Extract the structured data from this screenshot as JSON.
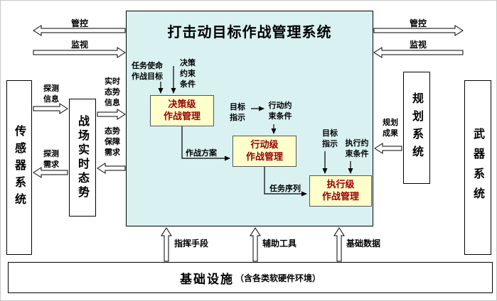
{
  "title": "打击动目标作战管理系统",
  "side_boxes": {
    "sensor": "传感器系统",
    "battlefield": "战场实时态势",
    "planning": "规划系统",
    "weapon": "武器系统"
  },
  "levels": {
    "decision": "决策级\n作战管理",
    "action": "行动级\n作战管理",
    "execution": "执行级\n作战管理"
  },
  "flows": {
    "top_left_control": "管控",
    "top_left_monitor": "监视",
    "top_right_control": "管控",
    "top_right_monitor": "监视",
    "detect_info": "探测\n信息",
    "detect_demand": "探测\n需求",
    "realtime_info": "实时\n态势\n信息",
    "situation_demand": "态势\n保障\n需求",
    "planning_result": "规划\n成果",
    "command_means": "指挥手段",
    "aux_tools": "辅助工具",
    "base_data": "基础数据"
  },
  "annotations": {
    "mission": "任务使命\n作战目标",
    "decision_constraint": "决策\n约束\n条件",
    "target_indication_1": "目标\n指示",
    "action_constraint": "行动约\n束条件",
    "combat_plan": "作战方案",
    "target_indication_2": "目标\n指示",
    "execution_constraint": "执行约\n束条件",
    "task_sequence": "任务序列"
  },
  "infrastructure": {
    "title": "基础设施",
    "note": "（含各类软硬件环境）"
  },
  "colors": {
    "central_bg": "#d9f1f1",
    "level_box_bg": "#ffffcc",
    "level_box_text": "#990000"
  }
}
